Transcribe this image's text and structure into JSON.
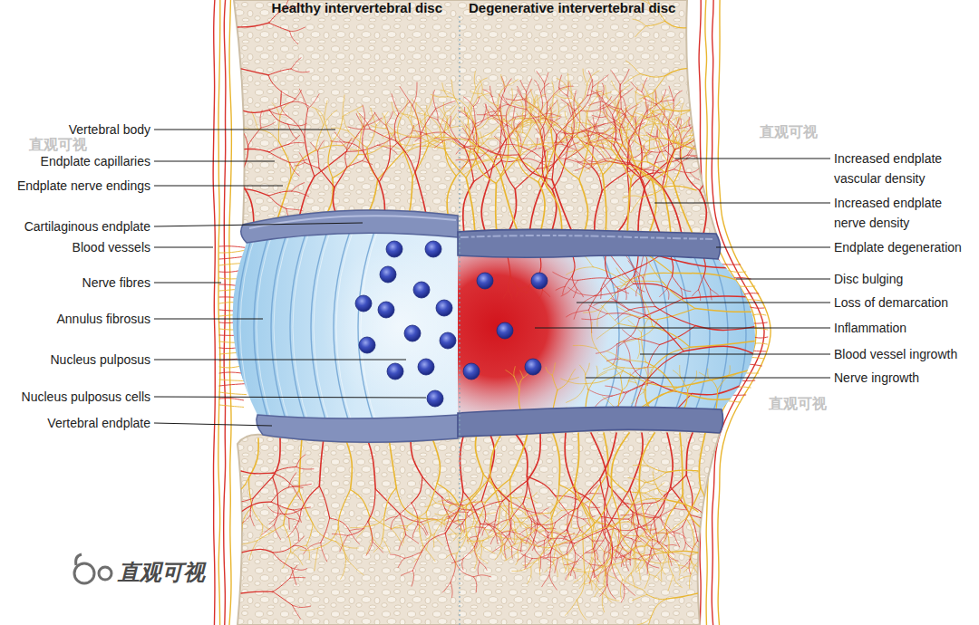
{
  "diagram": {
    "labels": [
      "Healthy intervertebral disc",
      "Degenerative intervertebral disc",
      "Vertebral body",
      "Endplate capillaries",
      "Endplate nerve endings",
      "Cartilaginous endplate",
      "Blood vessels",
      "Nerve fibres",
      "Annulus fibrosus",
      "Nucleus pulposus",
      "Nucleus pulposus cells",
      "Vertebral endplate",
      "Increased endplate vascular density",
      "Increased endplate nerve density",
      "Endplate degeneration",
      "Disc bulging",
      "Loss of demarcation",
      "Inflammation",
      "Blood vessel ingrowth",
      "Nerve ingrowth",
      "直观可视",
      "直观可视",
      "直观可视",
      "直观可视"
    ]
  }
}
